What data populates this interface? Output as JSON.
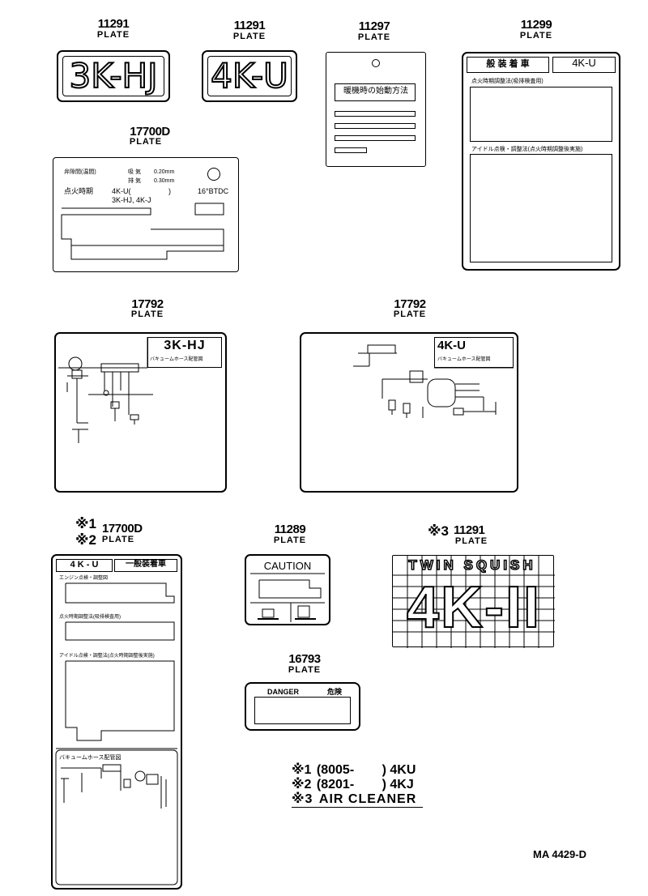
{
  "plates": [
    {
      "id": "p1",
      "number": "11291",
      "label": "PLATE",
      "text": "3K-HJ"
    },
    {
      "id": "p2",
      "number": "11291",
      "label": "PLATE",
      "text": "4K-U"
    },
    {
      "id": "p3",
      "number": "11297",
      "label": "PLATE",
      "text": "暖機時の始動方法"
    },
    {
      "id": "p4",
      "number": "11299",
      "label": "PLATE",
      "left": "般 装 着 車",
      "right": "4K-U",
      "sec1": "点火時期調整法(吸排検査用)",
      "sec2": "アイドル点検・調整法(点火時期調整後実施)"
    },
    {
      "id": "p5",
      "number": "17700D",
      "label": "PLATE",
      "row1a": "弁隙間(温間)",
      "row1b": "吸 気",
      "row1c": "0.20mm",
      "row2b": "排 気",
      "row2c": "0.30mm",
      "row3a": "点火時期",
      "row3b": "4K-U(",
      "row3c": ")",
      "row3d": "16°BTDC",
      "row4b": "3K-HJ, 4K-J"
    },
    {
      "id": "p6",
      "number": "17792",
      "label": "PLATE",
      "text": "3K-HJ",
      "sub": "バキュームホース配管図"
    },
    {
      "id": "p7",
      "number": "17792",
      "label": "PLATE",
      "text": "4K-U",
      "sub": "バキュームホース配管図"
    },
    {
      "id": "p8",
      "number": "17700D",
      "label": "PLATE",
      "mark1": "※1",
      "mark2": "※2",
      "left": "4 K - U",
      "right": "一般装着車",
      "sec1": "エンジン点検・調整図",
      "sec2": "点火時期調整法(吸排検査用)",
      "sec3": "アイドル点検・調整法(点火時期調整後実施)",
      "sec4": "バキュームホース配管図"
    },
    {
      "id": "p9",
      "number": "11289",
      "label": "PLATE",
      "text": "CAUTION"
    },
    {
      "id": "p10",
      "number": "11291",
      "label": "PLATE",
      "mark": "※3",
      "top": "TWIN SQUISH",
      "text": "4K-II"
    },
    {
      "id": "p11",
      "number": "16793",
      "label": "PLATE",
      "text": "DANGER",
      "text2": "危険"
    }
  ],
  "notes": [
    {
      "mark": "※1",
      "text": "(8005-",
      "code": ") 4KU"
    },
    {
      "mark": "※2",
      "text": "(8201-",
      "code": ") 4KJ"
    },
    {
      "mark": "※3",
      "text": "AIR CLEANER",
      "code": ""
    }
  ],
  "ref": "MA 4429-D"
}
